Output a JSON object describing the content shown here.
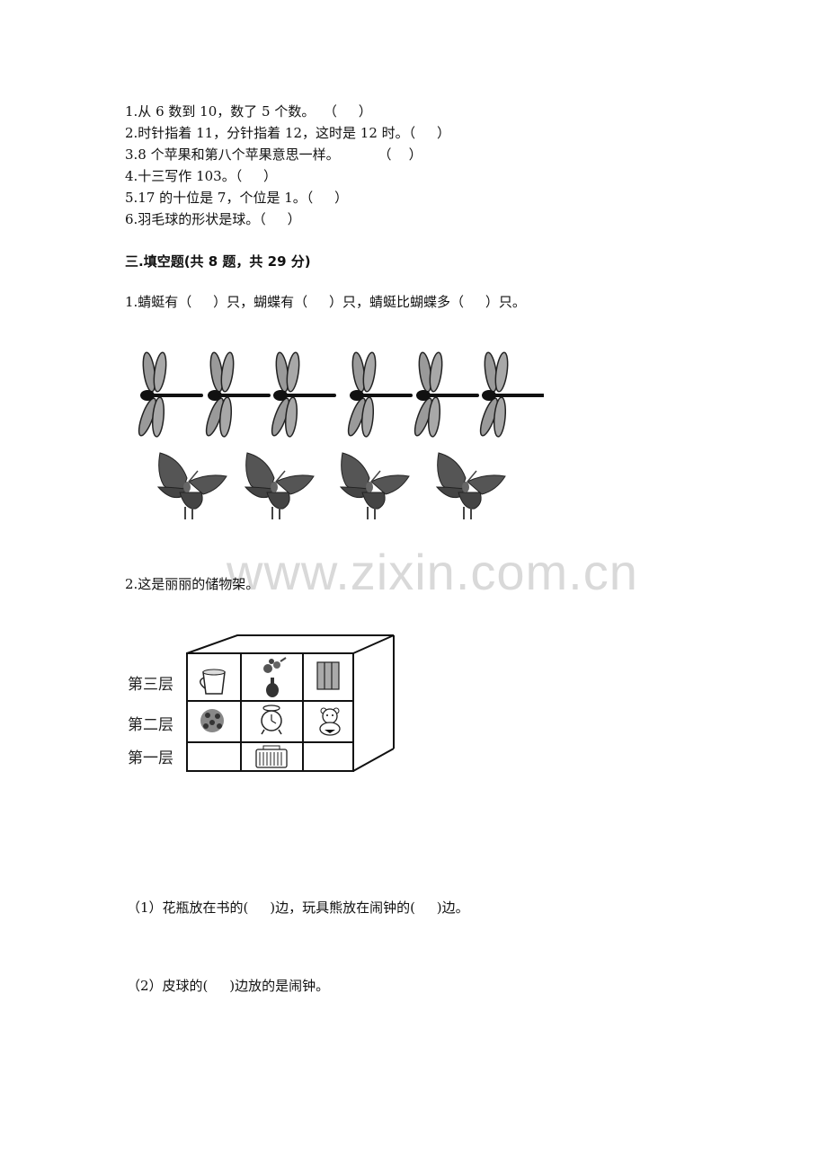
{
  "true_false": {
    "items": [
      "1.从 6 数到 10，数了 5 个数。  （     ）",
      "2.时针指着 11，分针指着 12，这时是 12 时。（     ）",
      "3.8 个苹果和第八个苹果意思一样。         （    ）",
      "4.十三写作 103。（     ）",
      "5.17 的十位是 7，个位是 1。（     ）",
      "6.羽毛球的形状是球。（     ）"
    ]
  },
  "section3": {
    "title": "三.填空题(共 8 题，共 29 分)",
    "q1": {
      "text": "1.蜻蜓有（     ）只，蝴蝶有（     ）只，蜻蜓比蝴蝶多（     ）只。",
      "dragonfly_count": 6,
      "butterfly_count": 4
    },
    "q2": {
      "text": "2.这是丽丽的储物架。",
      "shelf": {
        "rows": [
          {
            "label": "第三层",
            "items": [
              "cup",
              "vase",
              "book"
            ]
          },
          {
            "label": "第二层",
            "items": [
              "ball",
              "alarm-clock",
              "teddy-bear"
            ]
          },
          {
            "label": "第一层",
            "items": [
              "",
              "basket",
              ""
            ]
          }
        ]
      },
      "sub1": "（1）花瓶放在书的(     )边，玩具熊放在闹钟的(     )边。",
      "sub2": "（2）皮球的(     )边放的是闹钟。"
    }
  },
  "watermark": "www.zixin.com.cn"
}
